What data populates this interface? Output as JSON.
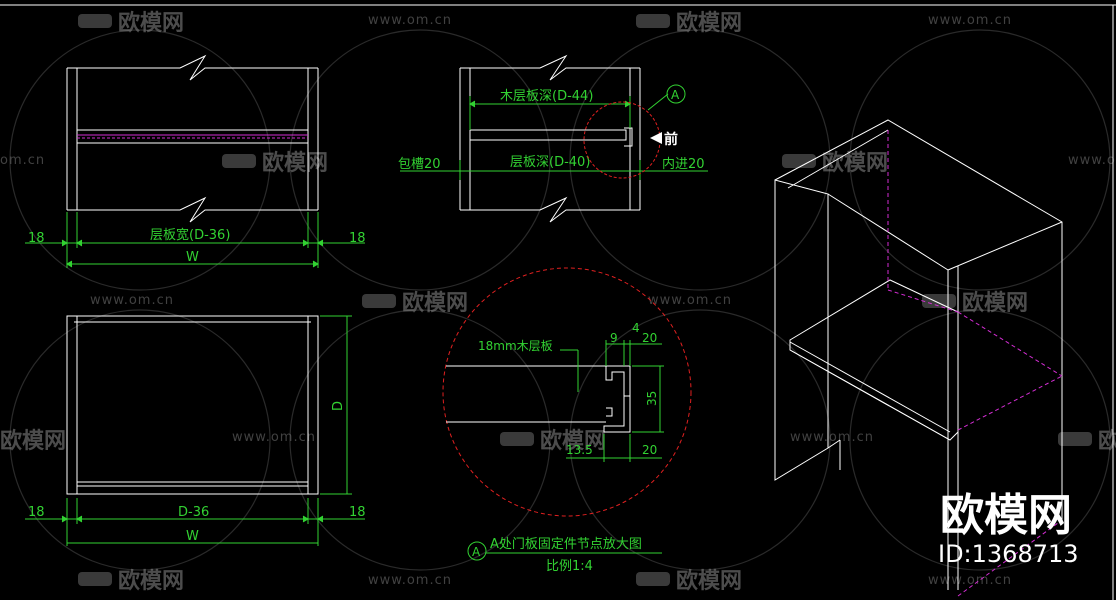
{
  "watermark": {
    "url_text": "www.om.cn",
    "logo_text": "欧模网",
    "cut_logo_text": "欧模网",
    "cut_url_text": "om.cn"
  },
  "brand": {
    "name": "欧模网",
    "id_label": "ID:1368713"
  },
  "view_front_top": {
    "left_dim": "18",
    "right_dim": "18",
    "shelf_width_label": "层板宽(D-36)",
    "width_label": "W"
  },
  "view_side": {
    "wood_shelf_depth": "木层板深(D-44)",
    "shelf_depth": "层板深(D-40)",
    "left_groove": "包槽20",
    "inset": "内进20",
    "front_marker": "前",
    "callout_letter": "A"
  },
  "view_plan": {
    "depth_label": "D",
    "left_dim": "18",
    "right_dim": "18",
    "inner_label": "D-36",
    "width_label": "W"
  },
  "detail": {
    "board_label": "18mm木层板",
    "d9": "9",
    "d4": "4",
    "d20_top": "20",
    "d35": "35",
    "d13_5": "13.5",
    "d20_bottom": "20",
    "title": "A处门板固定件节点放大图",
    "scale": "比例1:4",
    "callout_letter": "A"
  },
  "colors": {
    "dimension": "#32d232",
    "lines": "#ffffff",
    "accent": "#d22dd2",
    "detail_circle": "#e02020",
    "watermark": "#777777"
  }
}
